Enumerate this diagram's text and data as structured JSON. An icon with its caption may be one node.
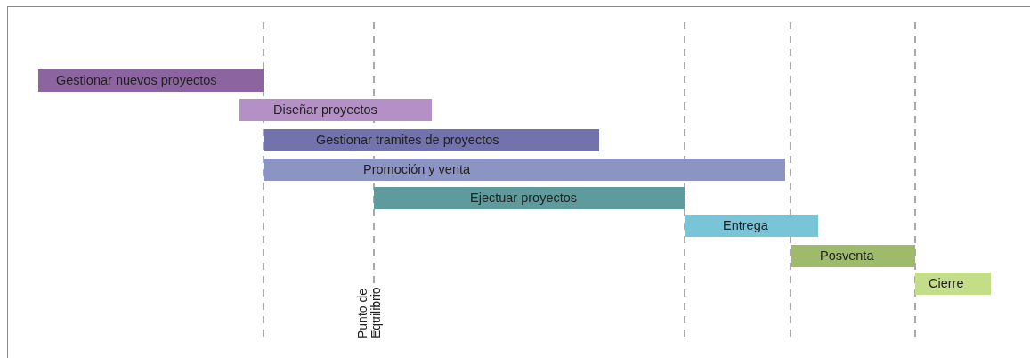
{
  "diagram": {
    "nodes": [
      {
        "text": [
          "Gestionar nuevos proyectos"
        ]
      },
      {
        "text": [
          "Diseñar proyectos"
        ]
      },
      {
        "text": [
          "Gestionar tramites de proyectos"
        ]
      },
      {
        "text": [
          "Promoción y venta"
        ]
      },
      {
        "text": [
          "Ejectuar proyectos"
        ]
      },
      {
        "text": [
          "Entrega"
        ]
      },
      {
        "text": [
          "Posventa"
        ]
      },
      {
        "text": [
          "Cierre"
        ]
      }
    ],
    "labels": [
      "Punto de Equilibrio"
    ]
  }
}
